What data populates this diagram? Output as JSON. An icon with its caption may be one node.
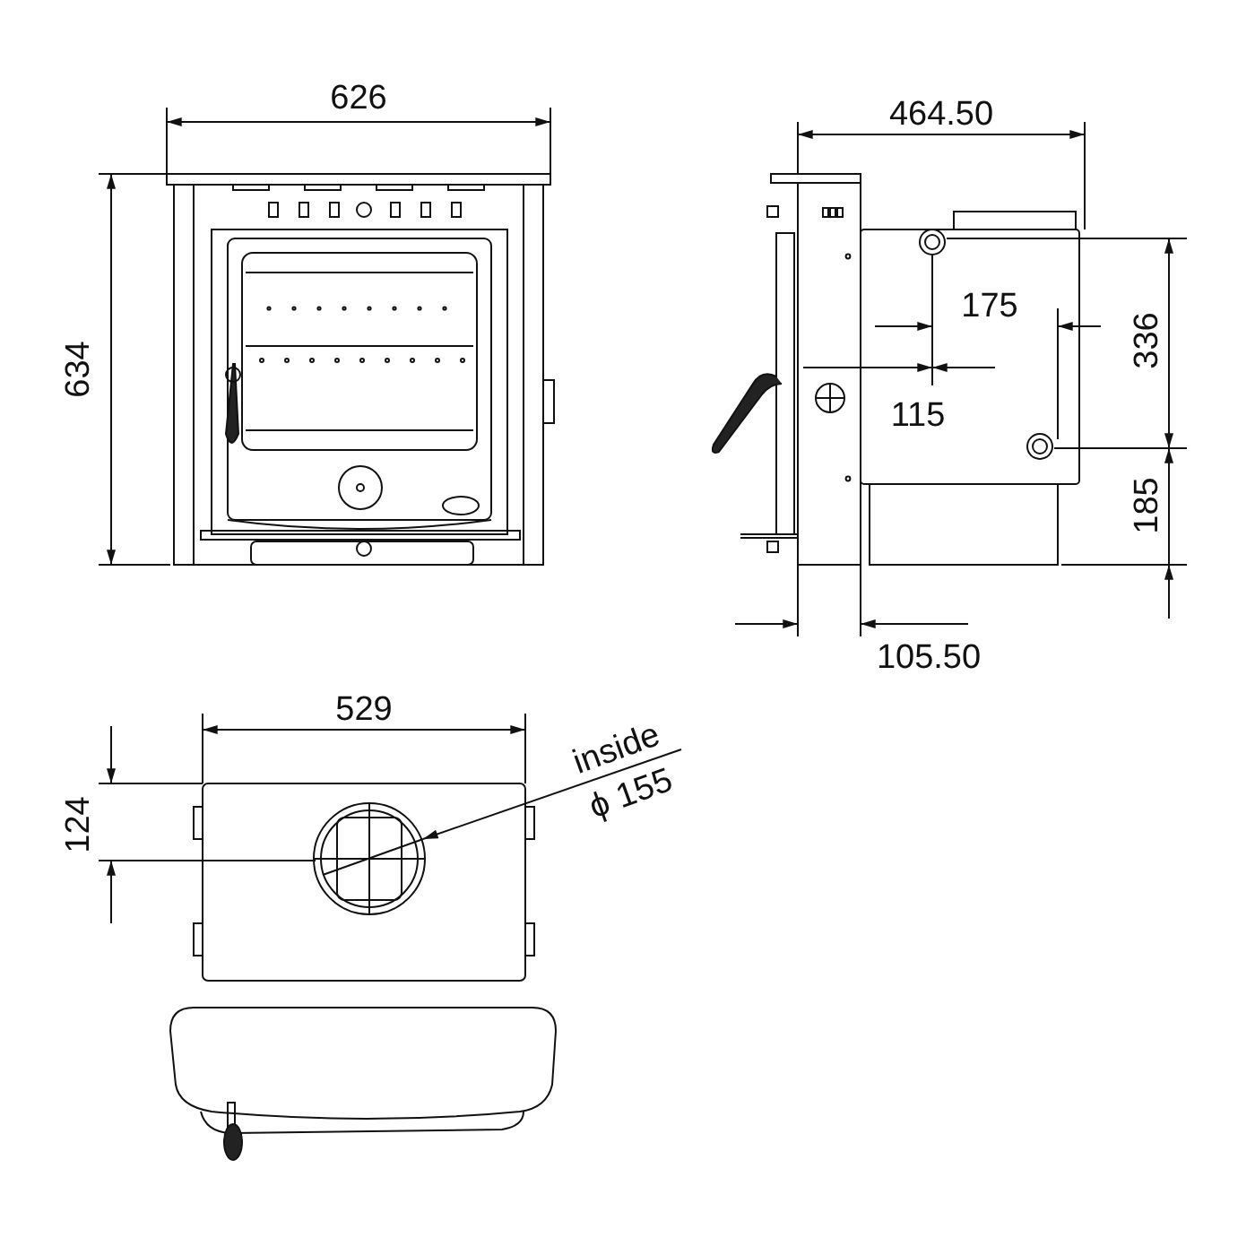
{
  "diagram": {
    "labels": [
      "626",
      "634",
      "464.50",
      "175",
      "336",
      "115",
      "185",
      "105.50",
      "529",
      "124",
      "inside",
      "ϕ 155"
    ]
  }
}
